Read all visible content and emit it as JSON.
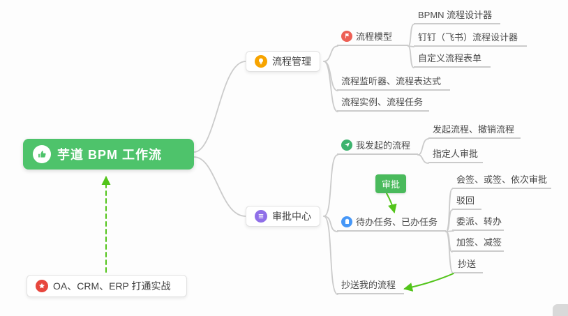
{
  "root": {
    "label": "芋道 BPM 工作流",
    "icon": "thumbs-up"
  },
  "process_mgmt": {
    "label": "流程管理",
    "icon": "lightbulb",
    "process_model": {
      "label": "流程模型",
      "icon": "flag"
    },
    "bpmn_designer": {
      "label": "BPMN 流程设计器"
    },
    "dingtalk_feishu_designer": {
      "label": "钉钉（飞书）流程设计器"
    },
    "custom_form": {
      "label": "自定义流程表单"
    },
    "listener_expression": {
      "label": "流程监听器、流程表达式"
    },
    "instance_task": {
      "label": "流程实例、流程任务"
    }
  },
  "approval_center": {
    "label": "审批中心",
    "icon": "list",
    "my_initiated": {
      "label": "我发起的流程",
      "icon": "send"
    },
    "initiate_cancel": {
      "label": "发起流程、撤销流程"
    },
    "assignee_approval": {
      "label": "指定人审批"
    },
    "approval_tag": {
      "label": "审批"
    },
    "todo_done": {
      "label": "待办任务、已办任务",
      "icon": "clipboard"
    },
    "countersign_or_sequence": {
      "label": "会签、或签、依次审批"
    },
    "reject": {
      "label": "驳回"
    },
    "delegate_transfer": {
      "label": "委派、转办"
    },
    "add_reduce_sign": {
      "label": "加签、减签"
    },
    "carbon_copy": {
      "label": "抄送"
    },
    "cc_my_process": {
      "label": "抄送我的流程"
    }
  },
  "practice": {
    "label": "OA、CRM、ERP 打通实战",
    "icon": "star"
  },
  "colors": {
    "root_bg": "#4ec36b",
    "connector_gray": "#cbcbcb",
    "arrow_green": "#52c41a",
    "tag_green": "#4aba5c",
    "icon_orange": "#f7a400",
    "icon_red": "#ed5f55",
    "icon_purple": "#8f6fe8",
    "icon_green": "#3db36e",
    "icon_blue": "#4697f7",
    "icon_star_red": "#e7463d"
  }
}
